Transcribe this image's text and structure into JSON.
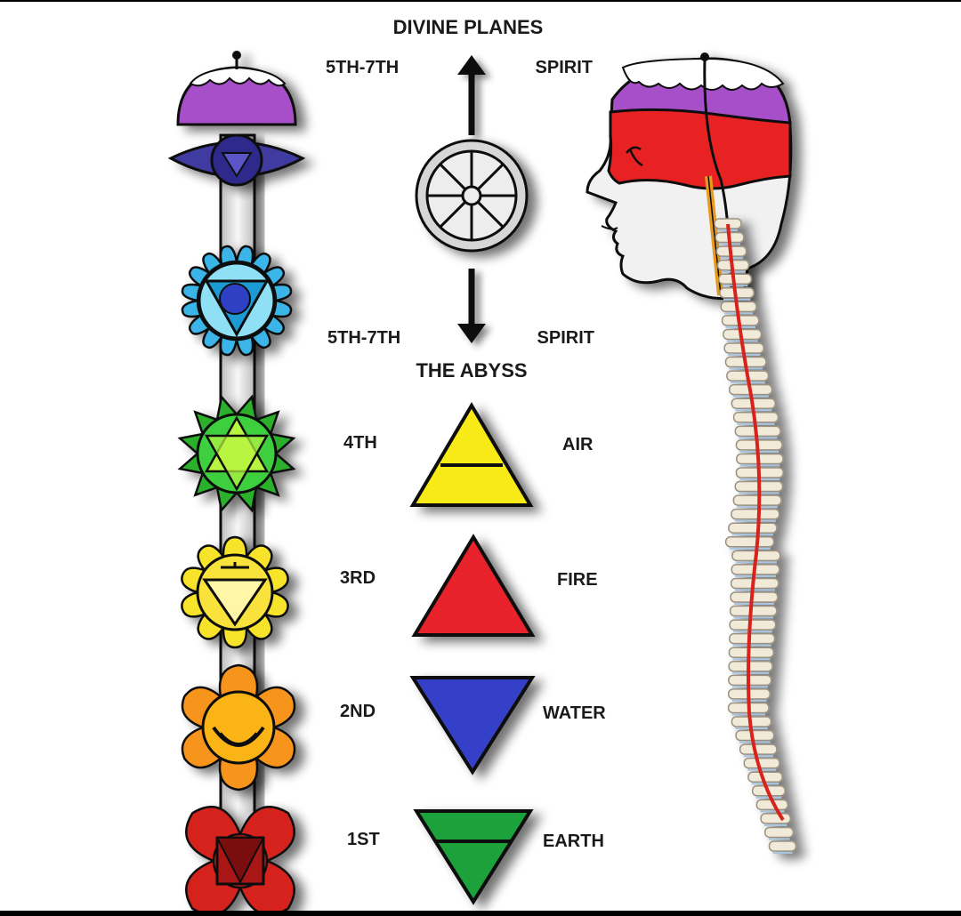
{
  "diagram": {
    "top_plane": {
      "title": "DIVINE PLANES",
      "left": "5TH-7TH",
      "right": "SPIRIT"
    },
    "bottom_plane": {
      "title": "THE ABYSS",
      "left": "5TH-7TH",
      "right": "SPIRIT"
    },
    "elements": [
      {
        "level": "4TH",
        "element": "AIR",
        "color": "#f7ea12",
        "orientation": "up",
        "bar": true
      },
      {
        "level": "3RD",
        "element": "FIRE",
        "color": "#e8202a",
        "orientation": "up",
        "bar": false
      },
      {
        "level": "2ND",
        "element": "WATER",
        "color": "#3440c8",
        "orientation": "down",
        "bar": false
      },
      {
        "level": "1ST",
        "element": "EARTH",
        "color": "#1aa13a",
        "orientation": "down",
        "bar": true
      }
    ],
    "chakra_colors": {
      "crown": "#a74fc9",
      "third_eye": "#3f3aa0",
      "throat": "#3bb5e8",
      "heart": "#2bb02b",
      "solar_plexus": "#f7e32a",
      "sacral": "#f7941d",
      "root": "#d6201f"
    },
    "icons": {
      "wheel": "dharma-wheel-icon",
      "arrow": "double-arrow-icon",
      "head": "head-profile-icon",
      "spine": "spine-icon"
    }
  }
}
